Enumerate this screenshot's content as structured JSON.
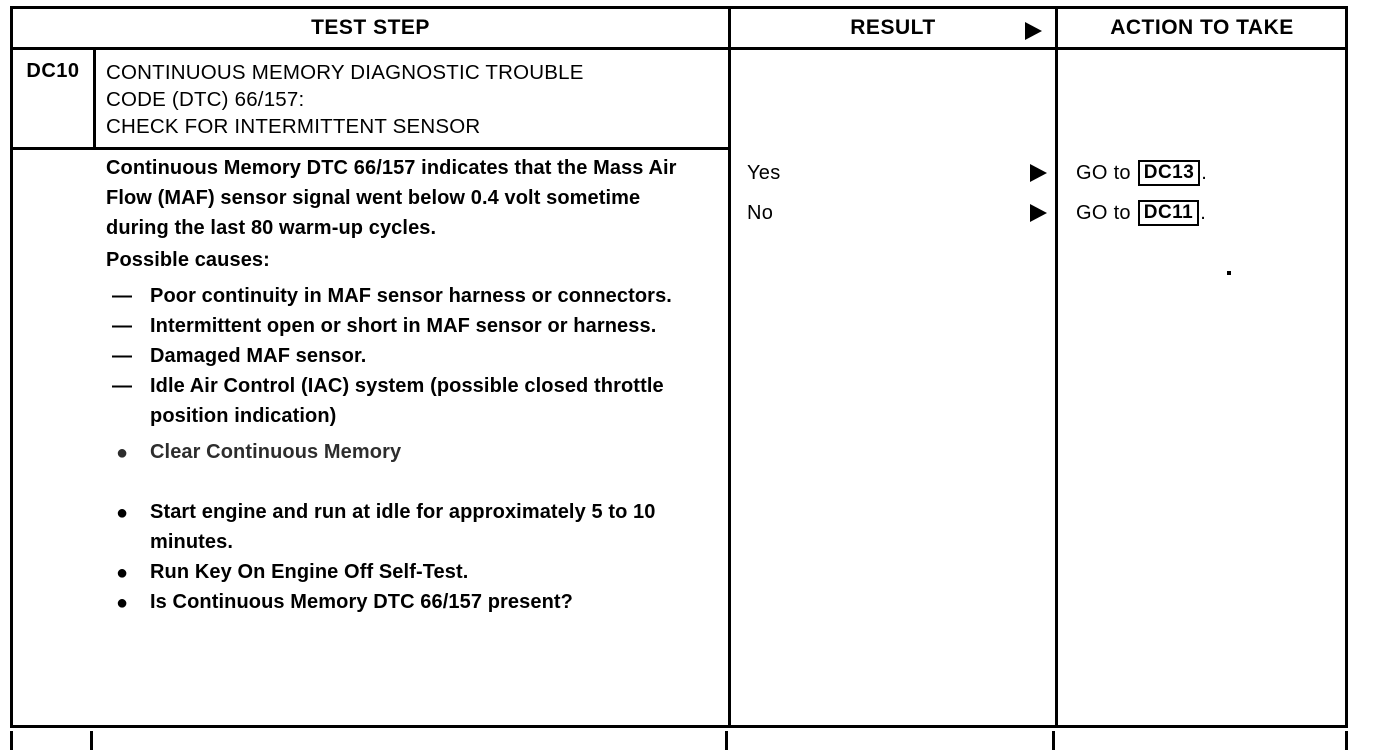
{
  "table": {
    "headers": {
      "test_step": "TEST STEP",
      "result": "RESULT",
      "action": "ACTION TO TAKE",
      "result_arrow_icon": "triangle-right-icon"
    },
    "step": {
      "code": "DC10",
      "title_lines": [
        "CONTINUOUS MEMORY DIAGNOSTIC TROUBLE",
        "CODE (DTC) 66/157:",
        "CHECK FOR INTERMITTENT SENSOR"
      ],
      "intro": "Continuous Memory DTC 66/157 indicates that the Mass Air Flow (MAF) sensor signal went below 0.4 volt sometime during the last 80 warm-up cycles.",
      "causes_label": "Possible causes:",
      "causes": [
        {
          "marker": "—",
          "text": "Poor continuity in MAF sensor harness or connectors."
        },
        {
          "marker": "—",
          "text": "Intermittent open or short in MAF sensor or harness."
        },
        {
          "marker": "—",
          "text": "Damaged MAF sensor."
        },
        {
          "marker": "—",
          "text": "Idle Air Control (IAC) system (possible closed throttle position indication)"
        }
      ],
      "actions": [
        {
          "marker": "●",
          "text": "Clear Continuous Memory",
          "faded": true,
          "bold": false,
          "gap_after": true
        },
        {
          "marker": "●",
          "text": "Start engine and run at idle for approximately 5 to 10 minutes.",
          "faded": false,
          "bold": false,
          "gap_after": false
        },
        {
          "marker": "●",
          "text": "Run Key On Engine Off Self-Test.",
          "faded": false,
          "bold": false,
          "gap_after": false
        },
        {
          "marker": "●",
          "text": "Is Continuous Memory DTC 66/157 present?",
          "faded": false,
          "bold": true,
          "gap_after": false
        }
      ]
    },
    "results": [
      {
        "label": "Yes",
        "arrow_icon": "triangle-right-icon",
        "action_prefix": "GO to",
        "action_code": "DC13",
        "action_suffix": "."
      },
      {
        "label": "No",
        "arrow_icon": "triangle-right-icon",
        "action_prefix": "GO to",
        "action_code": "DC11",
        "action_suffix": "."
      }
    ]
  },
  "colors": {
    "ink": "#000000",
    "paper": "#ffffff"
  }
}
